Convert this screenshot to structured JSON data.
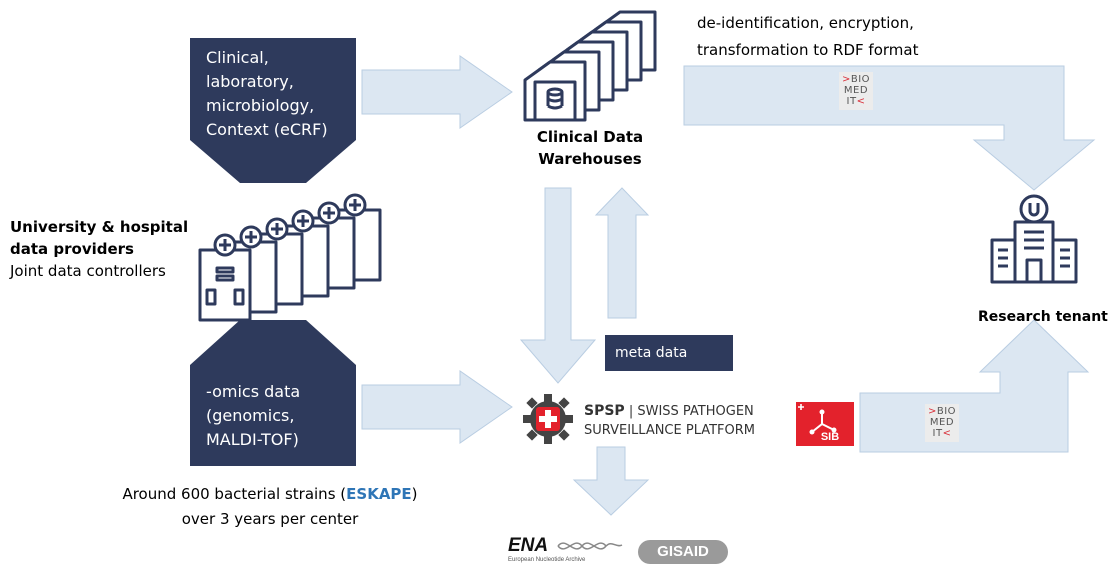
{
  "sources": {
    "clinical": {
      "lines": [
        "Clinical,",
        "laboratory,",
        "microbiology,",
        "Context (eCRF)"
      ]
    },
    "omics": {
      "lines": [
        "-omics data",
        "(genomics,",
        "MALDI-TOF)"
      ]
    }
  },
  "providers": {
    "title_1": "University & hospital",
    "title_2": "data providers",
    "subtitle": "Joint data controllers"
  },
  "warehouse": {
    "label_1": "Clinical Data",
    "label_2": "Warehouses"
  },
  "transform": {
    "line_1": "de-identification, encryption,",
    "line_2": "transformation to RDF format"
  },
  "biomedit": {
    "line_1": "BIO",
    "line_2": "MED",
    "line_3": "IT"
  },
  "metadata": {
    "label": "meta data"
  },
  "spsp": {
    "abbr": "SPSP",
    "name": "| SWISS PATHOGEN",
    "name_2": "SURVEILLANCE PLATFORM"
  },
  "sib": {
    "label": "SIB"
  },
  "research": {
    "label": "Research tenant"
  },
  "strains": {
    "prefix": "Around 600 bacterial strains (",
    "highlight": "ESKAPE",
    "suffix": ")",
    "line_2": "over 3 years per center"
  },
  "archives": {
    "ena": "ENA",
    "ena_sub": "European Nucleotide Archive",
    "gisaid": "GISAID"
  },
  "colors": {
    "navy": "#2e3a5c",
    "arrow_fill": "#dce7f2",
    "arrow_stroke": "#b9cde2",
    "eskape": "#2e75b6",
    "sib_red": "#e3222c"
  }
}
